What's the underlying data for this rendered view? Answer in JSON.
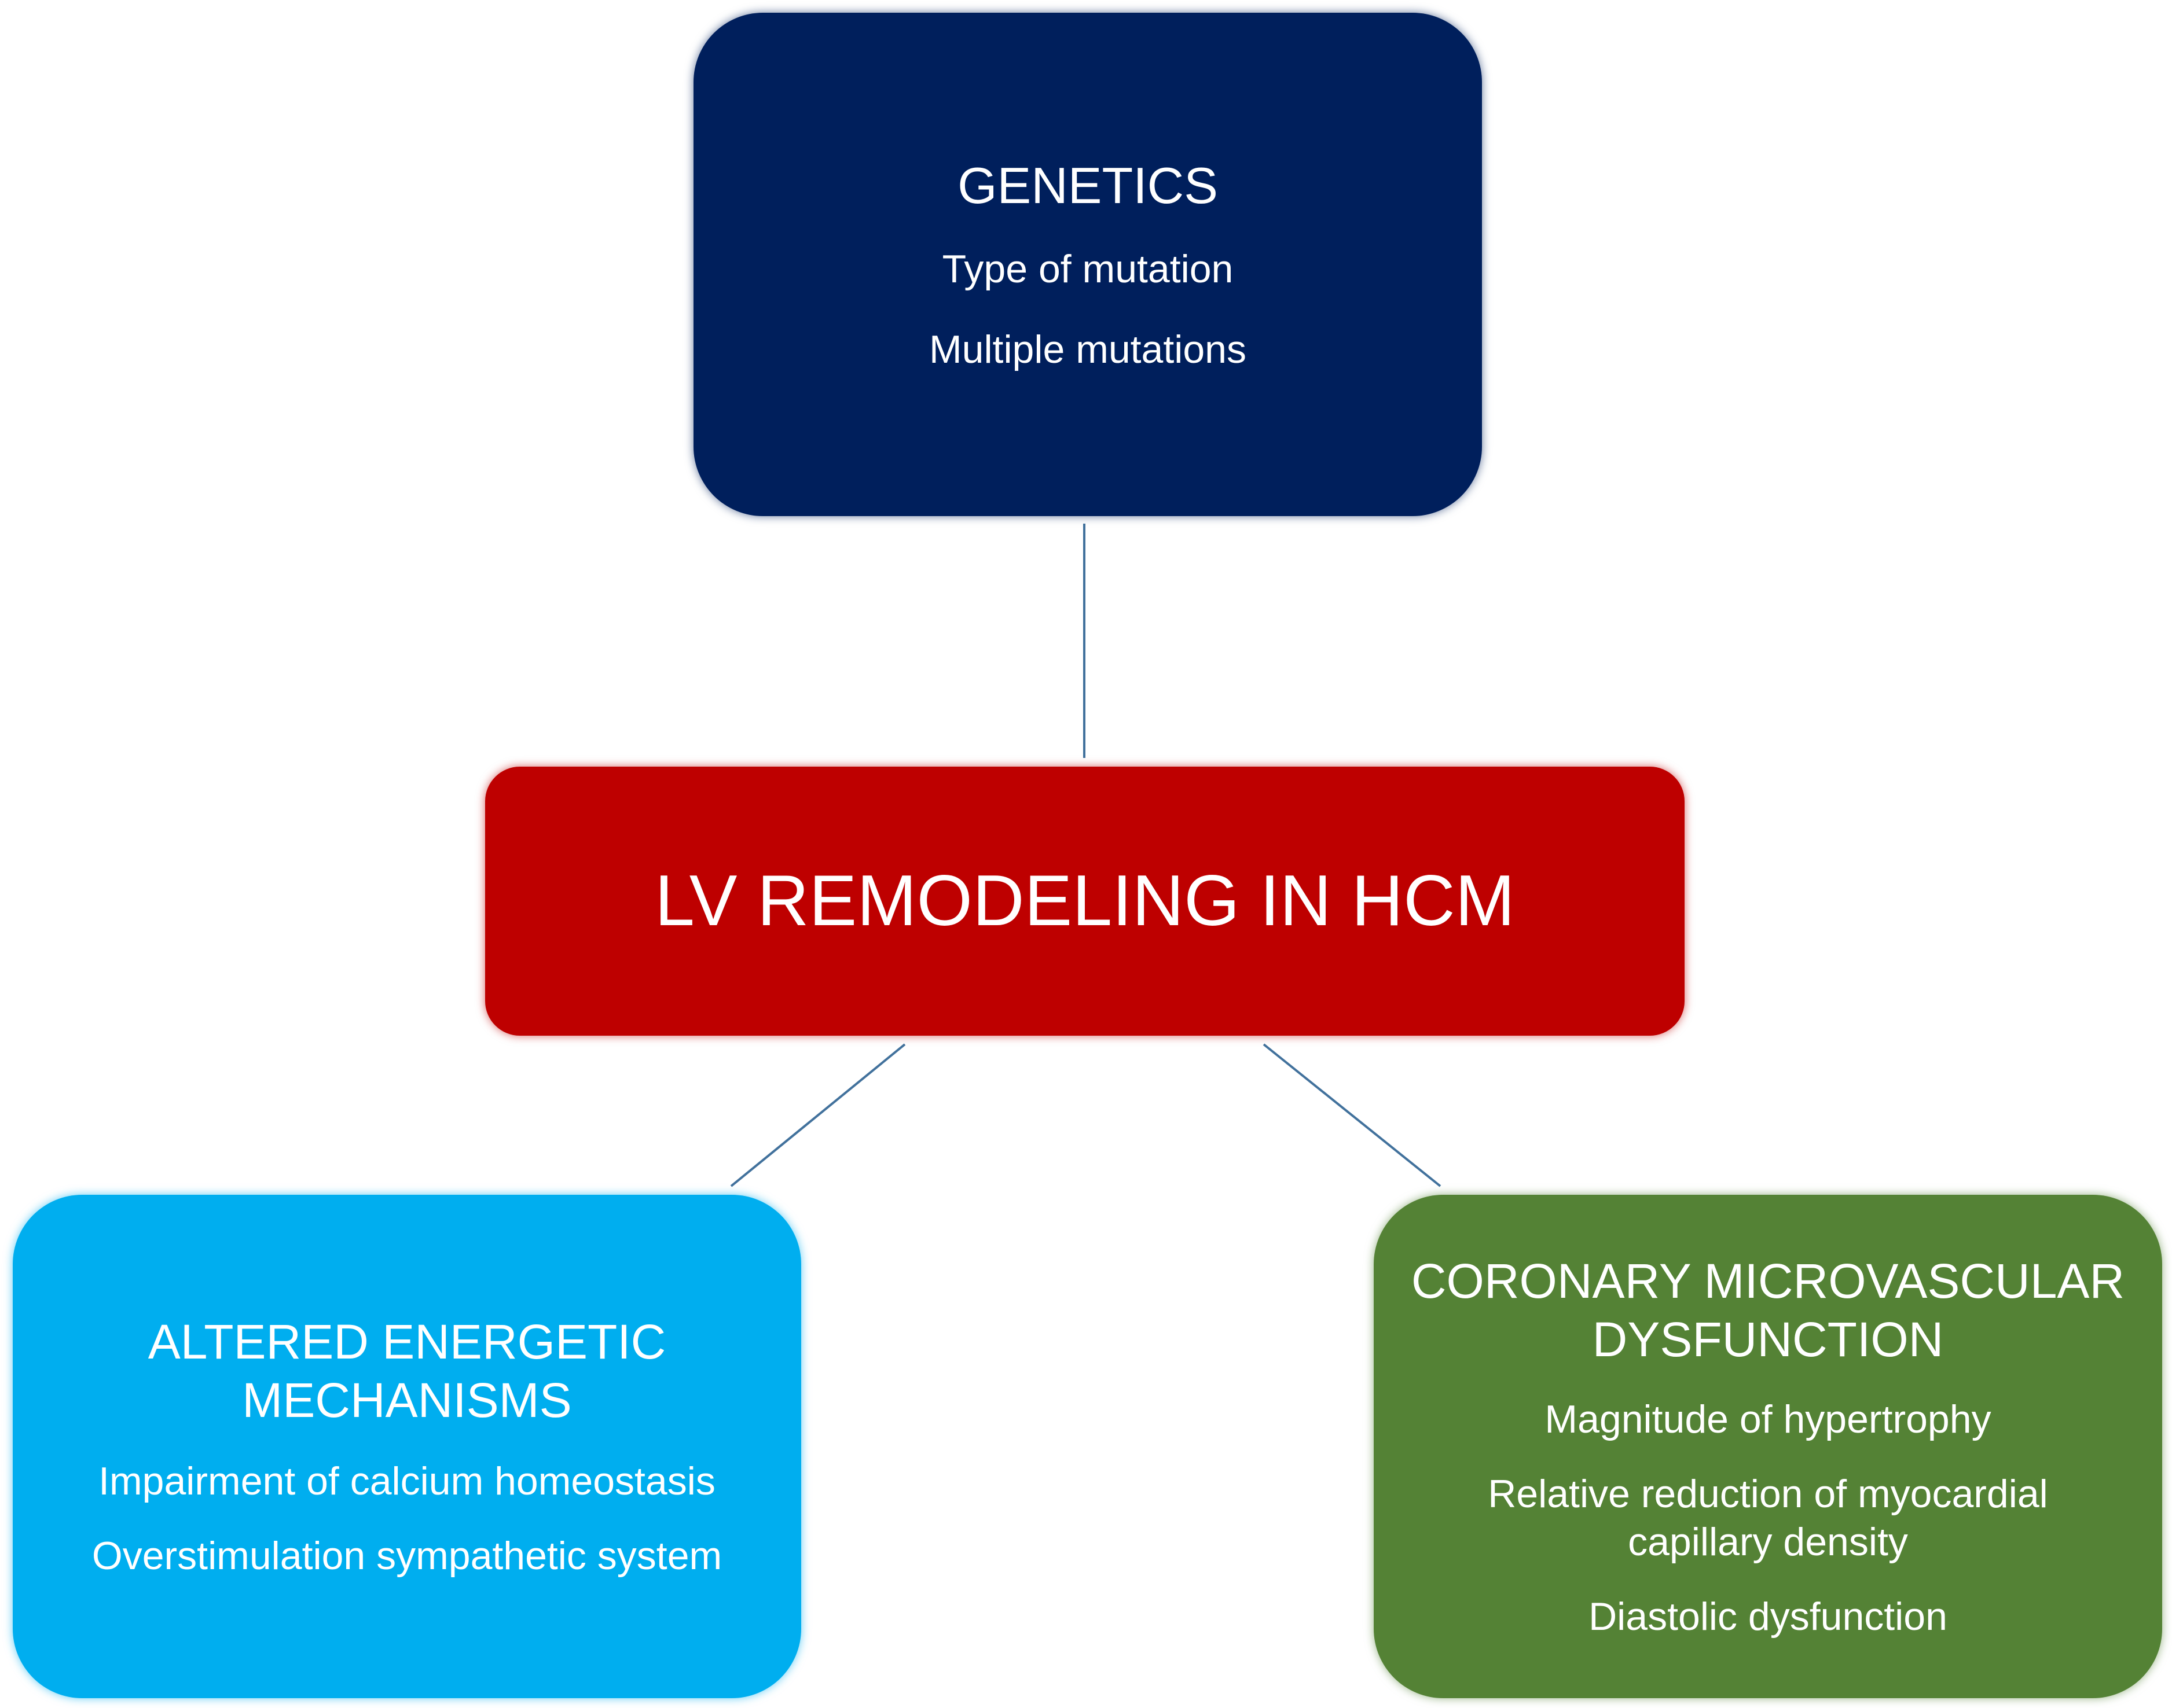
{
  "colors": {
    "genetics": "#001F5C",
    "center": "#BE0000",
    "energetic": "#00AEEF",
    "coronary": "#548235",
    "connector": "#41719C",
    "text": "#FFFFFF"
  },
  "nodes": {
    "genetics": {
      "title": "GENETICS",
      "items": [
        "Type of mutation",
        "Multiple mutations"
      ]
    },
    "center": {
      "title": "LV REMODELING IN HCM"
    },
    "energetic": {
      "title_lines": [
        "ALTERED ENERGETIC",
        "MECHANISMS"
      ],
      "items": [
        "Impairment of calcium homeostasis",
        "Overstimulation sympathetic system"
      ]
    },
    "coronary": {
      "title_lines": [
        "CORONARY MICROVASCULAR",
        "DYSFUNCTION"
      ],
      "items": [
        "Magnitude of hypertrophy",
        "Relative reduction of myocardial capillary density",
        "Diastolic dysfunction"
      ]
    }
  },
  "edges": [
    {
      "from": "genetics",
      "to": "center"
    },
    {
      "from": "center",
      "to": "energetic"
    },
    {
      "from": "center",
      "to": "coronary"
    }
  ]
}
